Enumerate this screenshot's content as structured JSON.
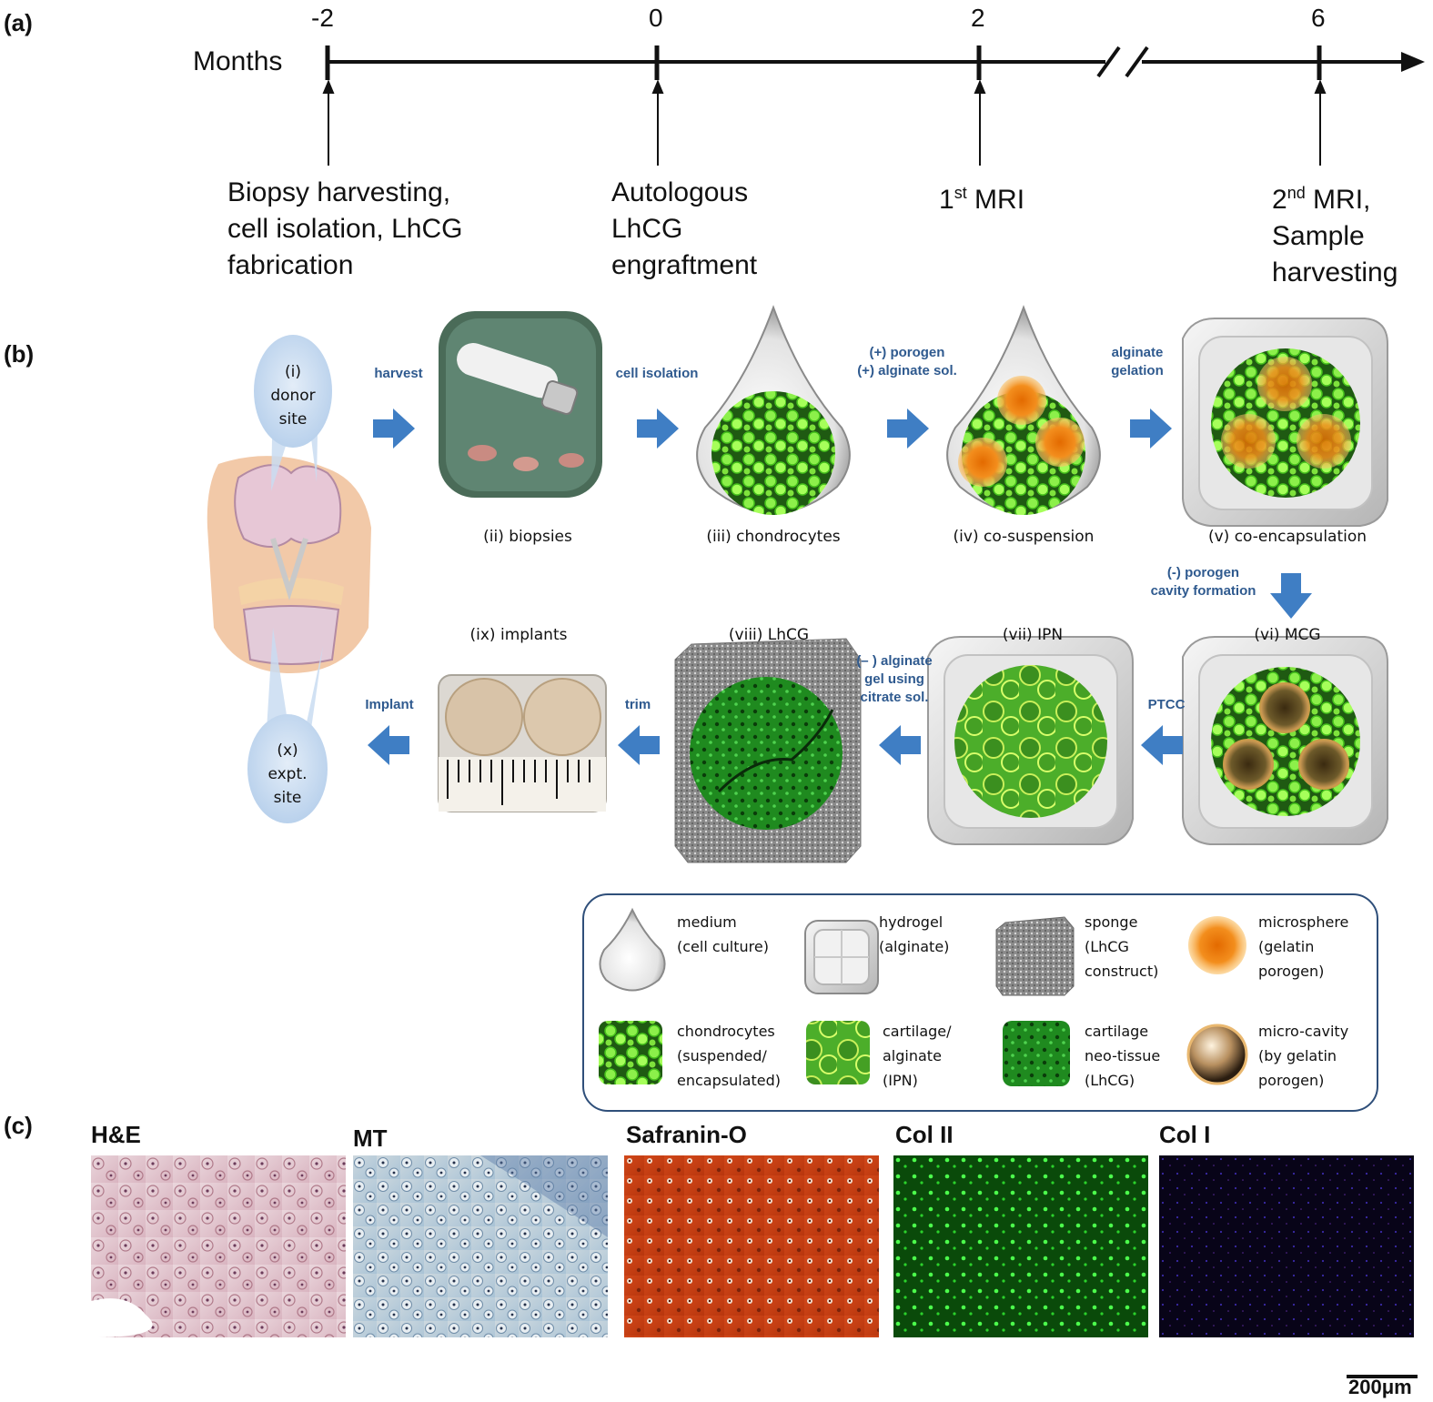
{
  "panel_a": {
    "label": "(a)",
    "axis_label": "Months",
    "ticks": [
      "-2",
      "0",
      "2",
      "6"
    ],
    "events": [
      {
        "lines": [
          "Biopsy harvesting,",
          "cell isolation, LhCG",
          "fabrication"
        ]
      },
      {
        "lines": [
          "Autologous",
          "LhCG",
          "engraftment"
        ]
      },
      {
        "prefix": "1",
        "sup": "st",
        "suffix": " MRI"
      },
      {
        "prefix": "2",
        "sup": "nd",
        "suffix": " MRI,",
        "lines": [
          "Sample",
          "harvesting"
        ]
      }
    ]
  },
  "panel_b": {
    "label": "(b)",
    "donor_site": [
      "(i)",
      "donor",
      "site"
    ],
    "expt_site": [
      "(x)",
      "expt.",
      "site"
    ],
    "stages": {
      "biopsies": "(ii) biopsies",
      "chondrocytes": "(iii) chondrocytes",
      "co_suspension": "(iv) co-suspension",
      "co_encapsulation": "(v) co-encapsulation",
      "mcg": "(vi) MCG",
      "ipn": "(vii) IPN",
      "lhcg": "(viii) LhCG",
      "implants": "(ix) implants"
    },
    "actions": {
      "harvest": "harvest",
      "cell_isolation": "cell isolation",
      "porogen_1": "(+) porogen",
      "porogen_2": "(+) alginate sol.",
      "gelation_1": "alginate",
      "gelation_2": "gelation",
      "cavity_1": "(-) porogen",
      "cavity_2": "cavity formation",
      "ptcc": "PTCC",
      "citrate_1": "(– ) alginate",
      "citrate_2": "gel using",
      "citrate_3": "citrate sol.",
      "trim": "trim",
      "implant": "Implant"
    },
    "legend": [
      {
        "icon": "medium-drop-icon",
        "lines": [
          "medium",
          "(cell culture)"
        ]
      },
      {
        "icon": "hydrogel-cube-icon",
        "lines": [
          "hydrogel",
          "(alginate)"
        ]
      },
      {
        "icon": "sponge-cube-icon",
        "lines": [
          "sponge",
          "(LhCG",
          "construct)"
        ]
      },
      {
        "icon": "microsphere-icon",
        "lines": [
          "microsphere",
          "(gelatin",
          "porogen)"
        ]
      },
      {
        "icon": "chondrocytes-icon",
        "lines": [
          "chondrocytes",
          "(suspended/",
          "encapsulated)"
        ]
      },
      {
        "icon": "ipn-icon",
        "lines": [
          "cartilage/",
          "alginate",
          "(IPN)"
        ]
      },
      {
        "icon": "neo-tissue-icon",
        "lines": [
          "cartilage",
          "neo-tissue",
          "(LhCG)"
        ]
      },
      {
        "icon": "micro-cavity-icon",
        "lines": [
          "micro-cavity",
          "(by gelatin",
          "porogen)"
        ]
      }
    ],
    "colors": {
      "arrow": "#3f7ec4",
      "action_text": "#2f5a8f",
      "site_bubble": "#c9dcf1",
      "green": "#5fd63a",
      "orange": "#f08a1c"
    }
  },
  "panel_c": {
    "label": "(c)",
    "stains": [
      "H&E",
      "MT",
      "Safranin-O",
      "Col II",
      "Col I"
    ],
    "scale_bar": "200μm"
  }
}
